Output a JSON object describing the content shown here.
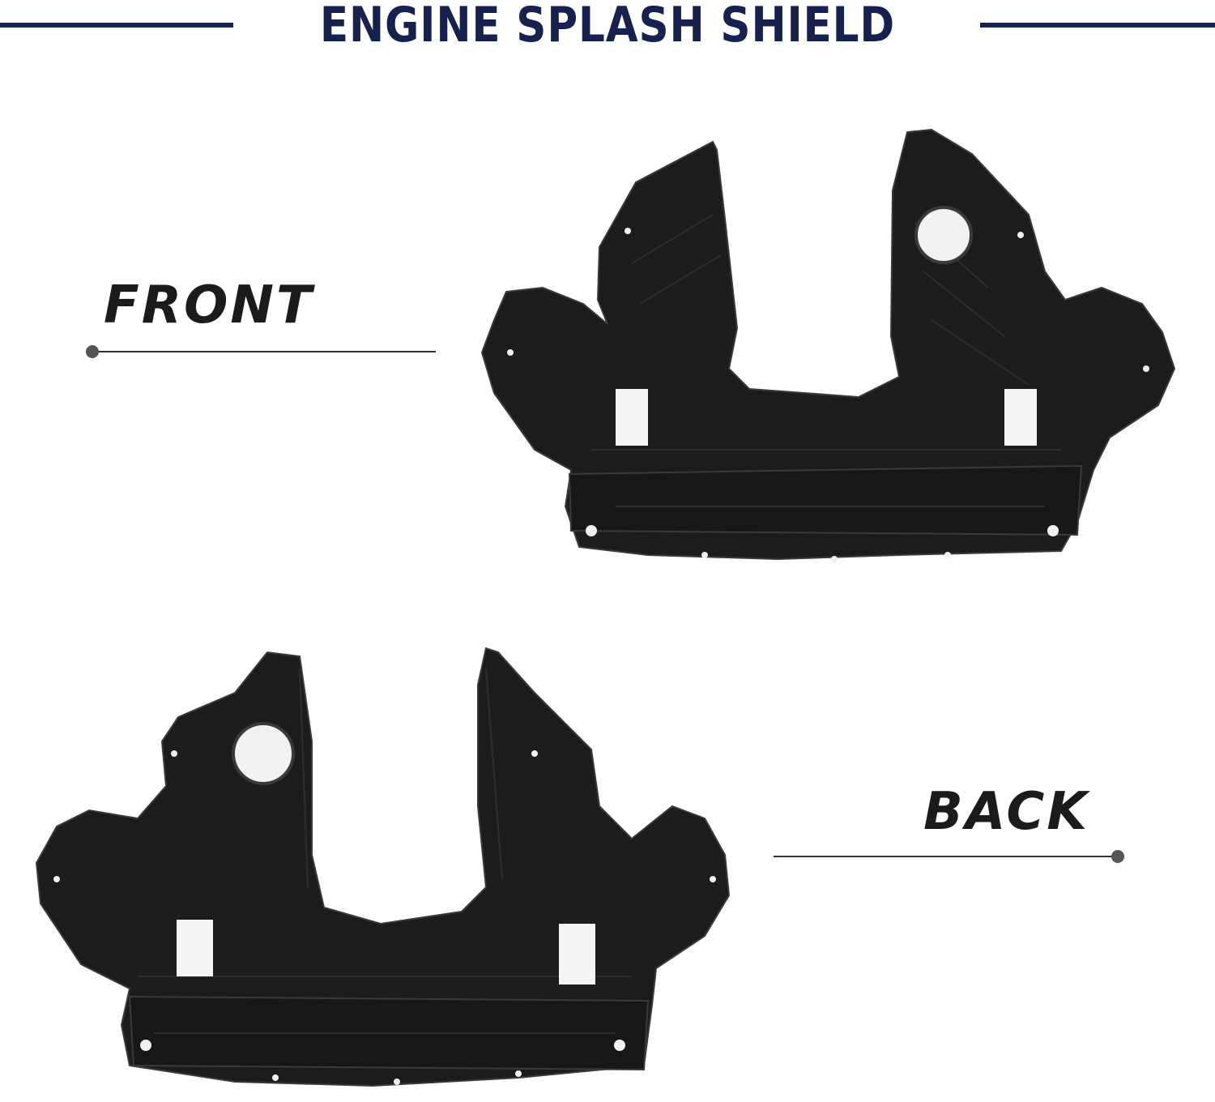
{
  "header": {
    "title": "ENGINE SPLASH SHIELD"
  },
  "views": {
    "front_label": "FRONT",
    "back_label": "BACK"
  },
  "colors": {
    "title": "#16214e",
    "rule": "#16214e",
    "part": "#1c1c1c",
    "label": "#1b1b1b"
  },
  "images": {
    "front": "engine-splash-shield-front-photo",
    "back": "engine-splash-shield-back-photo"
  }
}
